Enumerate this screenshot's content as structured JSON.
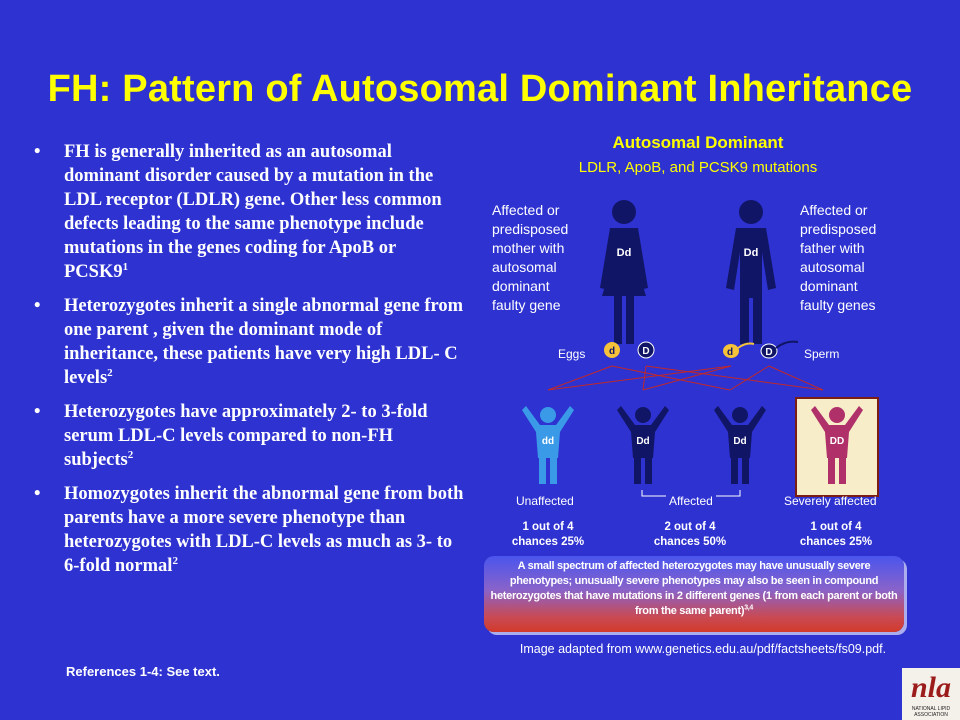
{
  "slide": {
    "title": "FH: Pattern of Autosomal Dominant Inheritance",
    "bullet_symbol": "•",
    "bullets": [
      {
        "text": "FH is generally inherited as an autosomal dominant disorder caused by  a mutation in the LDL receptor (LDLR)  gene. Other less common defects leading to the same phenotype include mutations in  the genes coding for ApoB or PCSK9",
        "ref": "1"
      },
      {
        "text": "Heterozygotes inherit a single abnormal gene from one parent , given the dominant mode of inheritance, these patients have very high LDL- C levels",
        "ref": "2"
      },
      {
        "text": "Heterozygotes have approximately 2- to 3-fold serum LDL-C levels compared to non-FH subjects",
        "ref": "2"
      },
      {
        "text": "Homozygotes inherit the abnormal gene from both parents have a more severe phenotype than heterozygotes with LDL-C levels as much as 3- to 6-fold normal",
        "ref": "2"
      }
    ],
    "references": "References 1-4: See text."
  },
  "diagram": {
    "title": "Autosomal Dominant",
    "subtitle": "LDLR, ApoB, and PCSK9 mutations",
    "mother_label": [
      "Affected or",
      "predisposed",
      "mother with",
      "autosomal",
      "dominant",
      "faulty gene"
    ],
    "father_label": [
      "Affected or",
      "predisposed",
      "father with",
      "autosomal",
      "dominant",
      "faulty genes"
    ],
    "mother_genotype": "Dd",
    "father_genotype": "Dd",
    "eggs_label": "Eggs",
    "sperm_label": "Sperm",
    "alleles": {
      "recessive": "d",
      "dominant": "D"
    },
    "children": [
      {
        "genotype": "dd",
        "status": "Unaffected",
        "odds": "1 out of 4",
        "chance": "chances 25%"
      },
      {
        "genotype": "Dd",
        "status": "",
        "odds": "2 out of 4",
        "chance": "chances 50%"
      },
      {
        "genotype": "Dd",
        "status": "",
        "odds": "",
        "chance": ""
      },
      {
        "genotype": "DD",
        "status": "Severely affected",
        "odds": "1 out of 4",
        "chance": "chances 25%"
      }
    ],
    "affected_label": "Affected",
    "note_text": "A small spectrum of affected heterozygotes may have unusually severe phenotypes; unusually severe phenotypes may also be seen in compound heterozygotes that have mutations in 2 different genes (1 from each parent or both from the same parent)",
    "note_ref": "3,4",
    "credit": "Image adapted from www.genetics.edu.au/pdf/factsheets/fs09.pdf."
  },
  "logo": {
    "text": "nla",
    "subtitle": "NATIONAL LIPID ASSOCIATION"
  },
  "colors": {
    "background": "#2e32d0",
    "title": "#ffff00",
    "parent_figure": "#101565",
    "unaffected_child": "#3a9ae8",
    "affected_child": "#101565",
    "severe_child": "#b0306a",
    "severe_box": "#f7edc8",
    "egg": "#f5c23a",
    "lines": "#c0282a"
  }
}
